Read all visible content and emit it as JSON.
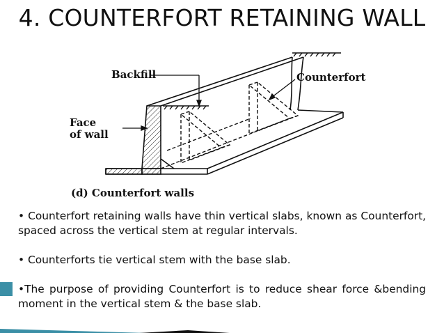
{
  "title": "4. COUNTERFORT RETAINING WALL",
  "figure": {
    "label_backfill": "Backfill",
    "label_counterfort": "Counterfort",
    "label_face_line1": "Face",
    "label_face_line2": "of wall",
    "caption": "(d) Counterfort walls"
  },
  "bullets": [
    "• Counterfort retaining walls have thin vertical slabs, known as Counterfort, spaced across the vertical stem at regular intervals.",
    "• Counterforts tie vertical stem with the base slab.",
    "•The purpose of providing Counterfort is to reduce shear force &bending moment in the vertical stem & the base slab."
  ],
  "colors": {
    "accent": "#3b8fa6",
    "text": "#111111"
  }
}
